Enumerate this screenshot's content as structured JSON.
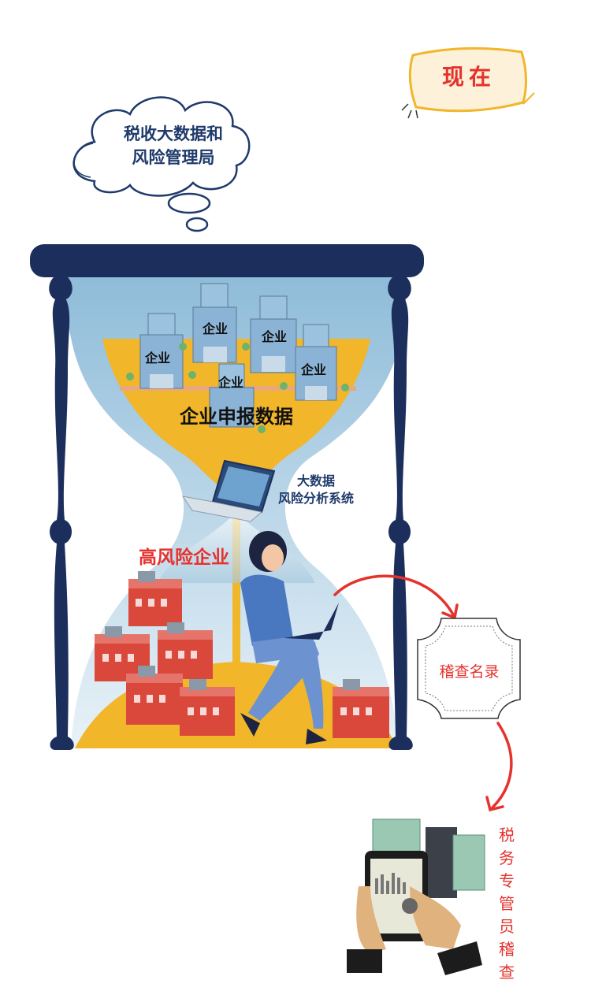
{
  "cloud": {
    "text": "税收大数据和\n风险管理局"
  },
  "badge": {
    "text": "现在"
  },
  "enterprises": {
    "label": "企业",
    "declaration": "企业申报数据"
  },
  "system": {
    "text": "大数据\n风险分析系统"
  },
  "high_risk": {
    "text": "高风险企业"
  },
  "audit_list": {
    "text": "稽查名录"
  },
  "officer": {
    "chars": [
      "税",
      "务",
      "专",
      "管",
      "员",
      "稽",
      "查"
    ]
  },
  "colors": {
    "navy": "#1c2f5c",
    "accent_red": "#e5322d",
    "sand": "#f1b62a",
    "glass": "#a9cde3"
  }
}
